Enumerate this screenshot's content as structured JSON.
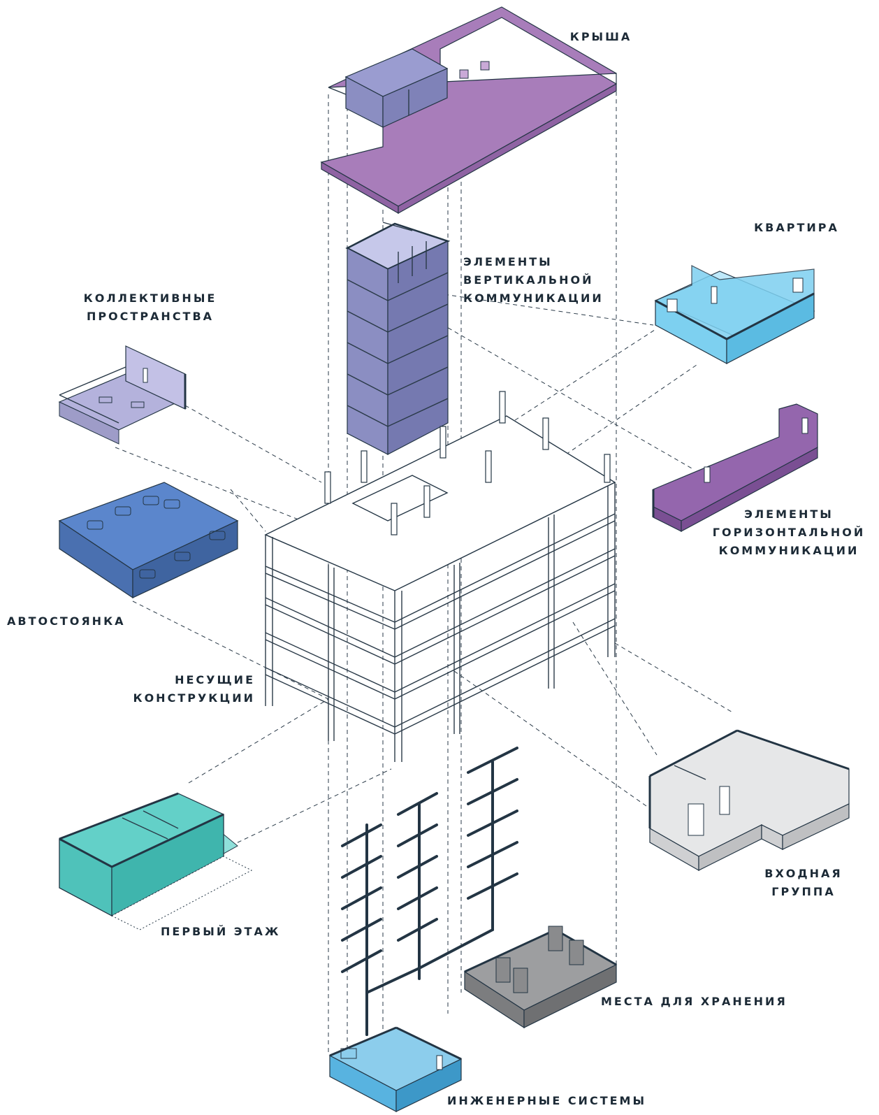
{
  "labels": {
    "roof": "КРЫША",
    "apartment": "КВАРТИРА",
    "vertical": [
      "ЭЛЕМЕНТЫ",
      "ВЕРТИКАЛЬНОЙ",
      "КОММУНИКАЦИИ"
    ],
    "collective": [
      "КОЛЛЕКТИВНЫЕ",
      "ПРОСТРАНСТВА"
    ],
    "horizontal": [
      "ЭЛЕМЕНТЫ",
      "ГОРИЗОНТАЛЬНОЙ",
      "КОММУНИКАЦИИ"
    ],
    "parking": "АВТОСТОЯНКА",
    "structure": [
      "НЕСУЩИЕ",
      "КОНСТРУКЦИИ"
    ],
    "entrance": [
      "ВХОДНАЯ",
      "ГРУППА"
    ],
    "ground_floor": "ПЕРВЫЙ ЭТАЖ",
    "storage": "МЕСТА ДЛЯ ХРАНЕНИЯ",
    "engineering": "ИНЖЕНЕРНЫЕ СИСТЕМЫ"
  },
  "colors": {
    "roof": "#a87dba",
    "roof_side": "#8f63a3",
    "roof_box": "#8b8ec2",
    "core": "#8b8ec2",
    "core_side": "#7579b0",
    "apartment": "#7dd0f0",
    "apartment_side": "#5bbbe2",
    "horizontal": "#9466ad",
    "horizontal_side": "#7a4f93",
    "collective": "#b4b2dc",
    "parking": "#5b86cc",
    "parking_side": "#4a70b0",
    "entrance": "#e6e7e8",
    "ground": "#63d0c8",
    "ground_side": "#3fb5ad",
    "storage": "#8a8b8d",
    "storage_side": "#6f7072",
    "engineering": "#58b3e0",
    "engineering_side": "#3d98c8",
    "line": "#233544"
  }
}
